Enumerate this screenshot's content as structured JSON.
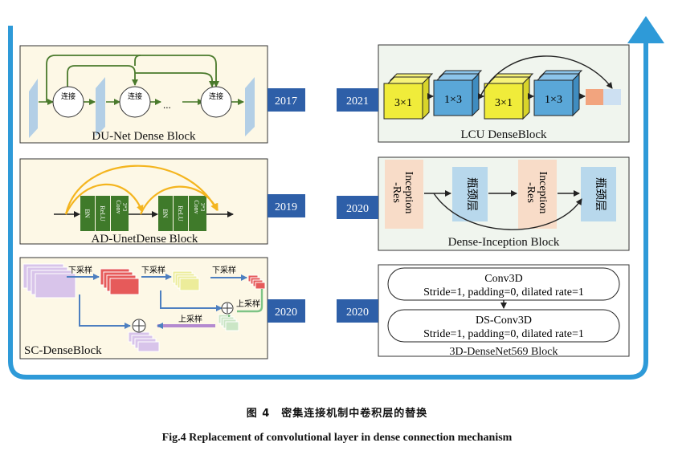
{
  "panels": {
    "dunet": {
      "label": "DU-Net Dense Block",
      "node": "连接",
      "ellipsis": "..."
    },
    "adunet": {
      "label": "AD-UnetDense Block",
      "bn": "BN",
      "relu": "ReLU",
      "conv": "Conv",
      "kernel": "3*3"
    },
    "sc": {
      "label": "SC-DenseBlock",
      "down": "下采样",
      "up": "上采样"
    },
    "lcu": {
      "label": "LCU DenseBlock",
      "k31": "3×1",
      "k13": "1×3"
    },
    "inception": {
      "label": "Dense-Inception Block",
      "inc_top": "Inception",
      "inc_bottom": "-Res",
      "bottleneck": "瓶颈层"
    },
    "densenet3d": {
      "label": "3D-DenseNet569 Block",
      "box1_title": "Conv3D",
      "box1_params": "Stride=1, padding=0, dilated rate=1",
      "box2_title": "DS-Conv3D",
      "box2_params": "Stride=1, padding=0, dilated rate=1"
    }
  },
  "years": {
    "dunet": "2017",
    "lcu": "2021",
    "adunet": "2019",
    "inception": "2020",
    "sc": "2020",
    "densenet3d": "2020"
  },
  "colors": {
    "frame_blue": "#2e9ad8",
    "year_blue": "#2e5fa8",
    "panel_bg": "#fdf8e6",
    "panel_bg_green": "#f0f5ee",
    "green_block": "#3f7a2a",
    "orange_arrow": "#f4b51f",
    "yellow_cube": "#f0ec3a",
    "blue_cube": "#5aa7d8"
  },
  "caption": {
    "cn": "图 4　密集连接机制中卷积层的替换",
    "en": "Fig.4   Replacement of convolutional layer in dense connection mechanism"
  }
}
